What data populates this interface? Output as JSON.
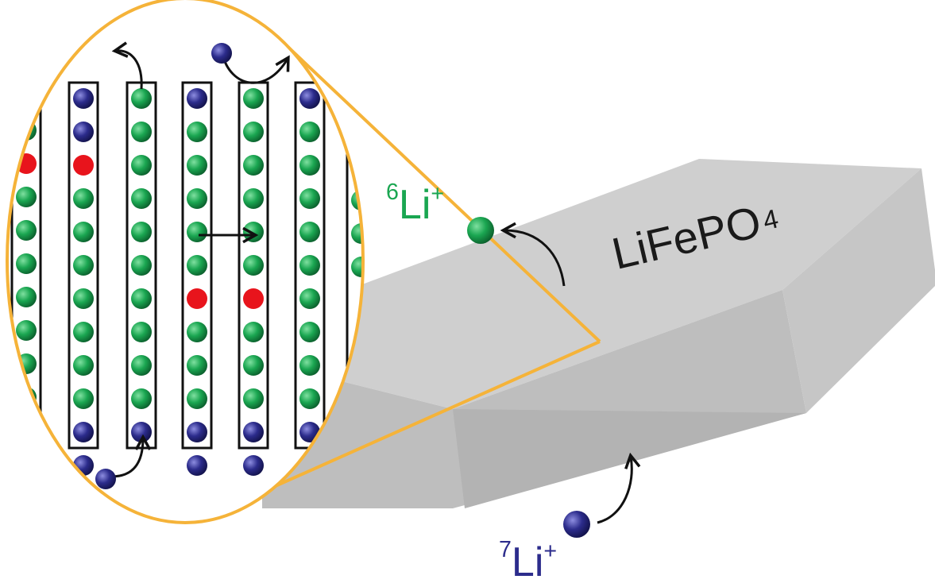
{
  "labels": {
    "li6": {
      "isotope": "6",
      "element": "Li",
      "charge": "+"
    },
    "li7": {
      "isotope": "7",
      "element": "Li",
      "charge": "+"
    },
    "crystal": {
      "formula": "LiFePO",
      "subscript": "4"
    }
  },
  "colors": {
    "li6_green": "#1aa651",
    "li7_blue": "#2c2c8c",
    "red": "#e8141c",
    "crystal_top": "#cfcfcf",
    "crystal_side": "#bdbdbd",
    "crystal_end": "#c6c6c6",
    "magnifier_outline": "#f5b339",
    "arrow": "#111111"
  },
  "channels": [
    [
      "green",
      "red",
      "green",
      "green",
      "green",
      "green",
      "green",
      "green",
      "green",
      "green",
      "blue"
    ],
    [
      "blue",
      "blue",
      "red",
      "green",
      "green",
      "green",
      "green",
      "green",
      "green",
      "green",
      "blue",
      "blue"
    ],
    [
      "green",
      "green",
      "green",
      "green",
      "green",
      "green",
      "green",
      "green",
      "green",
      "green",
      "blue"
    ],
    [
      "blue",
      "green",
      "green",
      "green",
      "green",
      "green",
      "red",
      "green",
      "green",
      "green",
      "blue",
      "blue"
    ],
    [
      "green",
      "green",
      "green",
      "green",
      "green",
      "green",
      "red",
      "green",
      "green",
      "green",
      "blue",
      "blue"
    ],
    [
      "blue",
      "green",
      "green",
      "green",
      "green",
      "green",
      "green",
      "green",
      "green",
      "green",
      "blue",
      "blue"
    ],
    [
      "blue",
      "green",
      "green",
      "green"
    ]
  ]
}
